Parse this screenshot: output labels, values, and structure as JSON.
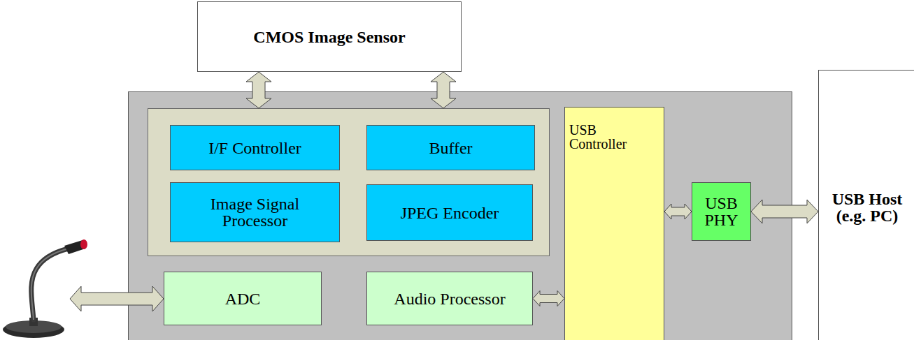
{
  "diagram": {
    "nodes": [
      {
        "text": [
          "CMOS Image Sensor"
        ]
      },
      {
        "text": [
          "I/F Controller"
        ]
      },
      {
        "text": [
          "Buffer"
        ]
      },
      {
        "text": [
          "Image Signal Processor"
        ]
      },
      {
        "text": [
          "JPEG Encoder"
        ]
      },
      {
        "text": [
          "USB Controller"
        ]
      },
      {
        "text": [
          "USB PHY"
        ]
      },
      {
        "text": [
          "USB Host (e.g. PC)"
        ]
      },
      {
        "text": [
          "ADC"
        ]
      },
      {
        "text": [
          "Audio Processor"
        ]
      }
    ],
    "edges": [
      {
        "from": 9,
        "to": 5,
        "arrow": "both"
      },
      {
        "from": 5,
        "to": 6,
        "arrow": "both"
      },
      {
        "from": 6,
        "to": 7,
        "arrow": "both"
      }
    ]
  }
}
